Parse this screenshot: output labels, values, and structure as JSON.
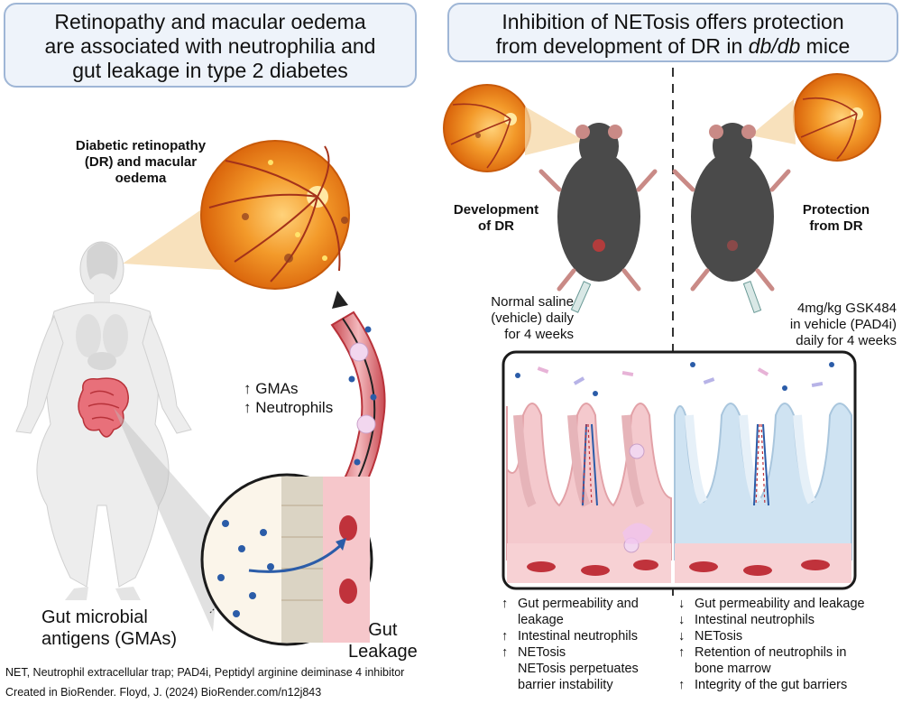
{
  "left": {
    "title_line1": "Retinopathy and macular oedema",
    "title_line2": "are associated with neutrophilia and",
    "title_line3": "gut leakage in type 2 diabetes",
    "dr_label_line1": "Diabetic retinopathy",
    "dr_label_line2": "(DR) and macular",
    "dr_label_line3": "oedema",
    "gmas_up": "↑ GMAs",
    "neutrophils_up": "↑ Neutrophils",
    "gma_label_line1": "Gut microbial",
    "gma_label_line2": "antigens (GMAs)",
    "gut_leakage_line1": "Gut",
    "gut_leakage_line2": "Leakage"
  },
  "right": {
    "title_line1": "Inhibition of NETosis offers protection",
    "title_line2_pre": "from development of DR in ",
    "title_line2_italic": "db/db",
    "title_line2_post": " mice",
    "development_line1": "Development",
    "development_line2": "of DR",
    "protection_line1": "Protection",
    "protection_line2": "from DR",
    "vehicle_line1": "Normal saline",
    "vehicle_line2": "(vehicle) daily",
    "vehicle_line3": "for 4 weeks",
    "pad4i_line1": "4mg/kg GSK484",
    "pad4i_line2": "in vehicle (PAD4i)",
    "pad4i_line3": "daily for 4 weeks",
    "vehicle_effects": [
      {
        "arrow": "↑",
        "line1": "Gut permeability and",
        "line2": "leakage"
      },
      {
        "arrow": "↑",
        "line1": "Intestinal neutrophils",
        "line2": ""
      },
      {
        "arrow": "↑",
        "line1": "NETosis",
        "line2": ""
      },
      {
        "arrow": "",
        "line1": "NETosis perpetuates",
        "line2": "barrier instability"
      }
    ],
    "pad4i_effects": [
      {
        "arrow": "↓",
        "line1": "Gut permeability and leakage",
        "line2": ""
      },
      {
        "arrow": "↓",
        "line1": "Intestinal neutrophils",
        "line2": ""
      },
      {
        "arrow": "↓",
        "line1": "NETosis",
        "line2": ""
      },
      {
        "arrow": "↑",
        "line1": "Retention of neutrophils in",
        "line2": "bone marrow"
      },
      {
        "arrow": "↑",
        "line1": "Integrity of the gut barriers",
        "line2": ""
      }
    ]
  },
  "footer": {
    "abbreviations": "NET, Neutrophil extracellular trap; PAD4i, Peptidyl arginine deiminase 4 inhibitor",
    "credit": "Created in BioRender. Floyd, J. (2024) BioRender.com/n12j843"
  },
  "colors": {
    "title_border": "#9fb6d6",
    "title_fill": "#eef3fa",
    "retina_orange": "#f08a1c",
    "vessel_red": "#b8323a",
    "mouse_grey": "#4a4a4a",
    "healthy_gut_blue": "#cfe3f2",
    "leaky_gut_pink": "#f4c9cd"
  }
}
